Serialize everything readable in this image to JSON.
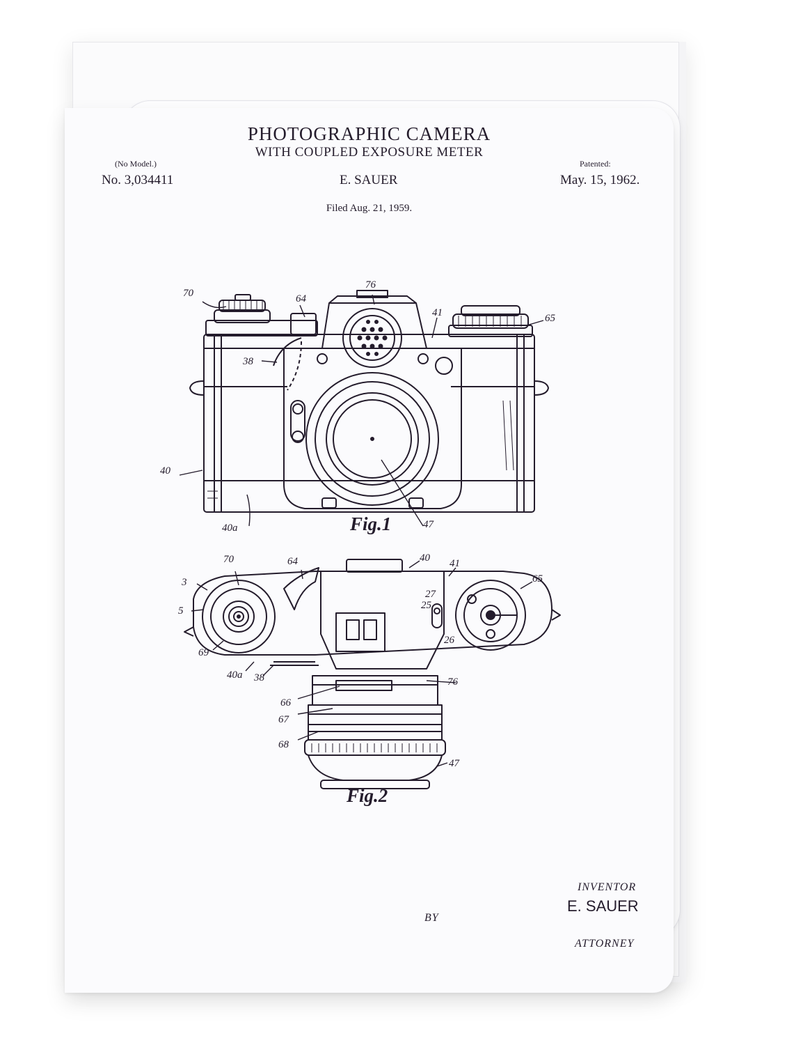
{
  "patent": {
    "title": "PHOTOGRAPHIC CAMERA",
    "subtitle": "WITH COUPLED EXPOSURE METER",
    "no_model": "(No Model.)",
    "patented_label": "Patented:",
    "number": "No. 3,034411",
    "inventor_header": "E. SAUER",
    "date": "May. 15, 1962.",
    "filed": "Filed Aug. 21, 1959."
  },
  "figures": {
    "fig1_caption": "Fig.1",
    "fig2_caption": "Fig.2",
    "fig1_labels": {
      "l70": "70",
      "l64": "64",
      "l76": "76",
      "l41": "41",
      "l65": "65",
      "l38": "38",
      "l40": "40",
      "l40a": "40a",
      "l47": "47"
    },
    "fig2_labels": {
      "l70": "70",
      "l64": "64",
      "l40": "40",
      "l41": "41",
      "l65": "65",
      "l3": "3",
      "l5": "5",
      "l69": "69",
      "l40a": "40a",
      "l38": "38",
      "l27": "27",
      "l25": "25",
      "l26": "26",
      "l66": "66",
      "l76": "76",
      "l67": "67",
      "l68": "68",
      "l47": "47"
    }
  },
  "signature": {
    "inventor_label": "INVENTOR",
    "inventor_name": "E. SAUER",
    "by_label": "BY",
    "attorney_label": "ATTORNEY"
  },
  "colors": {
    "ink": "#241c2c",
    "paper": "#fbfbfd"
  }
}
